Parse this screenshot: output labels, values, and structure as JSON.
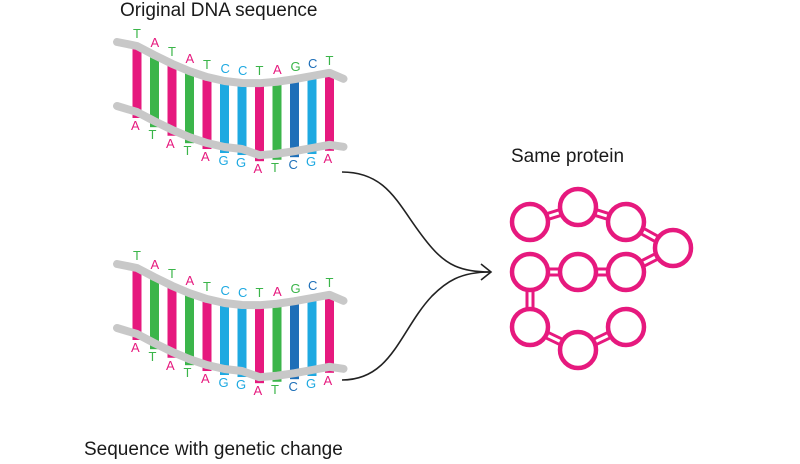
{
  "labels": {
    "original": "Original DNA sequence",
    "changed": "Sequence with genetic change",
    "protein": "Same protein"
  },
  "colors": {
    "T": "#e6197e",
    "A": "#e6197e",
    "C": "#1ea9e1",
    "G": "#3bb54a",
    "backbone": "#c8c8c8",
    "protein": "#e6197e",
    "arrow": "#222222"
  },
  "strands": [
    {
      "name": "original",
      "top": [
        "T",
        "A",
        "T",
        "A",
        "T",
        "C",
        "C",
        "T",
        "A",
        "G",
        "C",
        "T"
      ],
      "bottom": [
        "A",
        "T",
        "A",
        "T",
        "A",
        "G",
        "G",
        "A",
        "T",
        "C",
        "G",
        "A"
      ],
      "bar_colors": [
        "#e6197e",
        "#3bb54a",
        "#e6197e",
        "#3bb54a",
        "#e6197e",
        "#1ea9e1",
        "#1ea9e1",
        "#e6197e",
        "#3bb54a",
        "#1e6fb8",
        "#1ea9e1",
        "#e6197e"
      ],
      "top_colors": [
        "#3bb54a",
        "#e6197e",
        "#3bb54a",
        "#e6197e",
        "#3bb54a",
        "#1ea9e1",
        "#1ea9e1",
        "#3bb54a",
        "#e6197e",
        "#3bb54a",
        "#1e6fb8",
        "#3bb54a"
      ],
      "bottom_colors": [
        "#e6197e",
        "#3bb54a",
        "#e6197e",
        "#3bb54a",
        "#e6197e",
        "#1ea9e1",
        "#1ea9e1",
        "#e6197e",
        "#3bb54a",
        "#1e6fb8",
        "#1ea9e1",
        "#e6197e"
      ]
    },
    {
      "name": "changed",
      "top": [
        "T",
        "A",
        "T",
        "A",
        "T",
        "C",
        "C",
        "T",
        "A",
        "G",
        "C",
        "T"
      ],
      "bottom": [
        "A",
        "T",
        "A",
        "T",
        "A",
        "G",
        "G",
        "A",
        "T",
        "C",
        "G",
        "A"
      ],
      "bar_colors": [
        "#e6197e",
        "#3bb54a",
        "#e6197e",
        "#3bb54a",
        "#e6197e",
        "#1ea9e1",
        "#1ea9e1",
        "#e6197e",
        "#3bb54a",
        "#1e6fb8",
        "#1ea9e1",
        "#e6197e"
      ],
      "top_colors": [
        "#3bb54a",
        "#e6197e",
        "#3bb54a",
        "#e6197e",
        "#3bb54a",
        "#1ea9e1",
        "#1ea9e1",
        "#3bb54a",
        "#e6197e",
        "#3bb54a",
        "#1e6fb8",
        "#3bb54a"
      ],
      "bottom_colors": [
        "#e6197e",
        "#3bb54a",
        "#e6197e",
        "#3bb54a",
        "#e6197e",
        "#1ea9e1",
        "#1ea9e1",
        "#e6197e",
        "#3bb54a",
        "#1e6fb8",
        "#1ea9e1",
        "#e6197e"
      ]
    }
  ]
}
